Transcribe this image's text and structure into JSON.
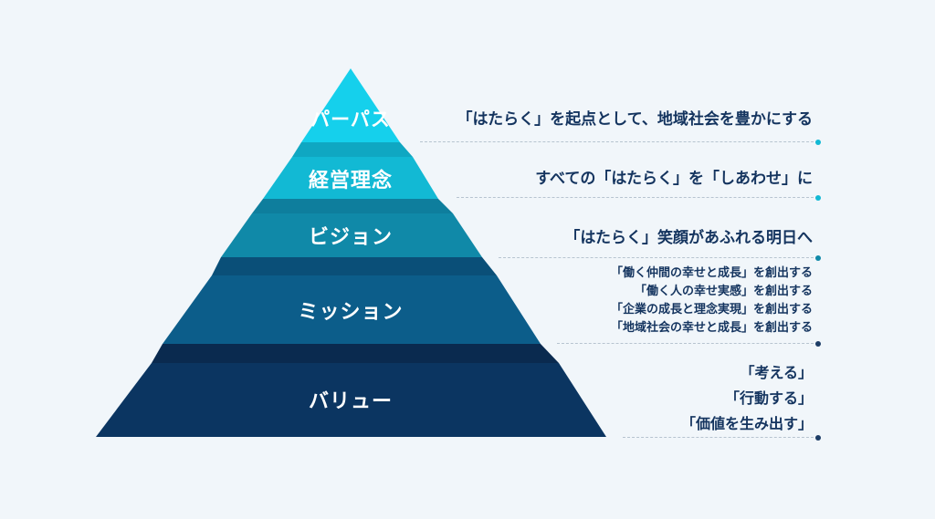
{
  "colors": {
    "background": "#f1f6fa",
    "tier1": "#15d0ec",
    "tier2": "#12b9d4",
    "tier3": "#1089a8",
    "tier4": "#0c5d8a",
    "tier5": "#0b3561",
    "text_dark": "#14345f",
    "dot_cyan": "#12b9d4",
    "dot_dark": "#1d3d66"
  },
  "tiers": [
    {
      "label": "パーパス",
      "description": [
        "「はたらく」を起点として、地域社会を豊かにする"
      ]
    },
    {
      "label": "経営理念",
      "description": [
        "すべての「はたらく」を「しあわせ」に"
      ]
    },
    {
      "label": "ビジョン",
      "description": [
        "「はたらく」笑顔があふれる明日へ"
      ]
    },
    {
      "label": "ミッション",
      "description": [
        "「働く仲間の幸せと成長」を創出する",
        "「働く人の幸せ実感」を創出する",
        "「企業の成長と理念実現」を創出する",
        "「地域社会の幸せと成長」を創出する"
      ]
    },
    {
      "label": "バリュー",
      "description": [
        "「考える」",
        "「行動する」",
        "「価値を生み出す」"
      ]
    }
  ]
}
